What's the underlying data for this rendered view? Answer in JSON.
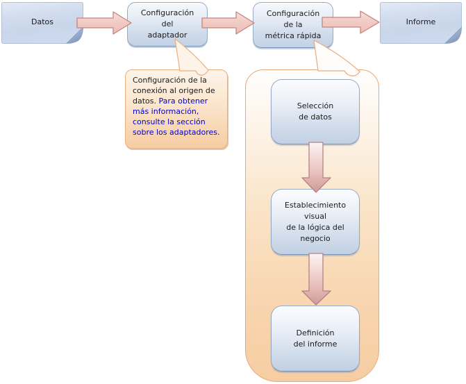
{
  "flow": {
    "nodes": [
      {
        "id": "datos",
        "type": "document",
        "label": "Datos"
      },
      {
        "id": "config-adaptador",
        "type": "process",
        "label": "Configuración\ndel\nadaptador"
      },
      {
        "id": "config-metrica",
        "type": "process",
        "label": "Configuración\nde la\nmétrica rápida"
      },
      {
        "id": "informe",
        "type": "document",
        "label": "Informe"
      }
    ]
  },
  "callout": {
    "text": "Configuración de la conexión al origen de datos.",
    "link": "Para obtener más información, consulte la sección sobre los adaptadores."
  },
  "quick_metric_steps": [
    {
      "label": "Selección\nde datos"
    },
    {
      "label": "Establecimiento\nvisual\nde la lógica del\nnegocio"
    },
    {
      "label": "Definición\ndel informe"
    }
  ],
  "colors": {
    "node_fill_top": "#f6f9fc",
    "node_fill_bottom": "#c3d2e6",
    "node_border": "#94aac8",
    "doc_fold": "#8ba2c4",
    "arrow_fill": "#eec3bd",
    "arrow_border": "#c5837c",
    "callout_fill": "#f6cda4",
    "callout_border": "#ecae7c",
    "link_text": "#0000cc",
    "text": "#1a1a1a"
  }
}
